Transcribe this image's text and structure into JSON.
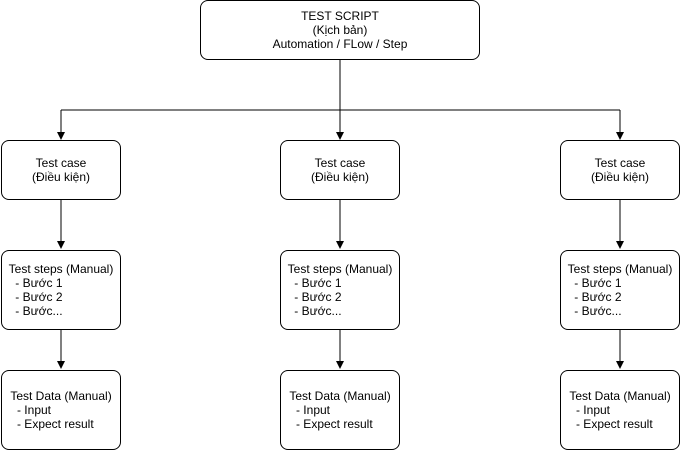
{
  "root": {
    "lines": [
      "TEST SCRIPT",
      "(Kịch bản)",
      "Automation / FLow / Step"
    ]
  },
  "columns": [
    {
      "test_case": [
        "Test case",
        "(Điều kiện)"
      ],
      "test_steps": [
        "Test steps (Manual)",
        "  - Bước 1",
        "  - Bước 2",
        "  - Bước..."
      ],
      "test_data": [
        "Test Data (Manual)",
        "  - Input",
        "  - Expect result"
      ]
    },
    {
      "test_case": [
        "Test case",
        "(Điều kiện)"
      ],
      "test_steps": [
        "Test steps (Manual)",
        "  - Bước 1",
        "  - Bước 2",
        "  - Bước..."
      ],
      "test_data": [
        "Test Data (Manual)",
        "  - Input",
        "  - Expect result"
      ]
    },
    {
      "test_case": [
        "Test case",
        "(Điều kiện)"
      ],
      "test_steps": [
        "Test steps (Manual)",
        "  - Bước 1",
        "  - Bước 2",
        "  - Bước..."
      ],
      "test_data": [
        "Test Data (Manual)",
        "  - Input",
        "  - Expect result"
      ]
    }
  ]
}
